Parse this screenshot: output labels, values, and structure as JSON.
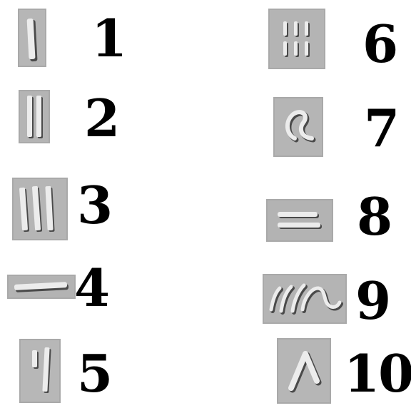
{
  "numerals": [
    {
      "value": "1",
      "glyph": "one-vertical-stroke-icon"
    },
    {
      "value": "2",
      "glyph": "two-vertical-strokes-icon"
    },
    {
      "value": "3",
      "glyph": "three-vertical-strokes-icon"
    },
    {
      "value": "4",
      "glyph": "horizontal-stroke-icon"
    },
    {
      "value": "5",
      "glyph": "two-short-one-long-strokes-icon"
    },
    {
      "value": "6",
      "glyph": "two-rows-of-three-strokes-icon"
    },
    {
      "value": "7",
      "glyph": "curled-hook-icon"
    },
    {
      "value": "8",
      "glyph": "stacked-horizontal-strokes-icon"
    },
    {
      "value": "9",
      "glyph": "strokes-with-hook-icon"
    },
    {
      "value": "10",
      "glyph": "inverted-v-icon"
    }
  ],
  "colors": {
    "tile_background": "#a9a9a9",
    "stroke_fill": "#ececec",
    "stroke_shadow": "#4a4a4a",
    "numeral": "#000000"
  }
}
